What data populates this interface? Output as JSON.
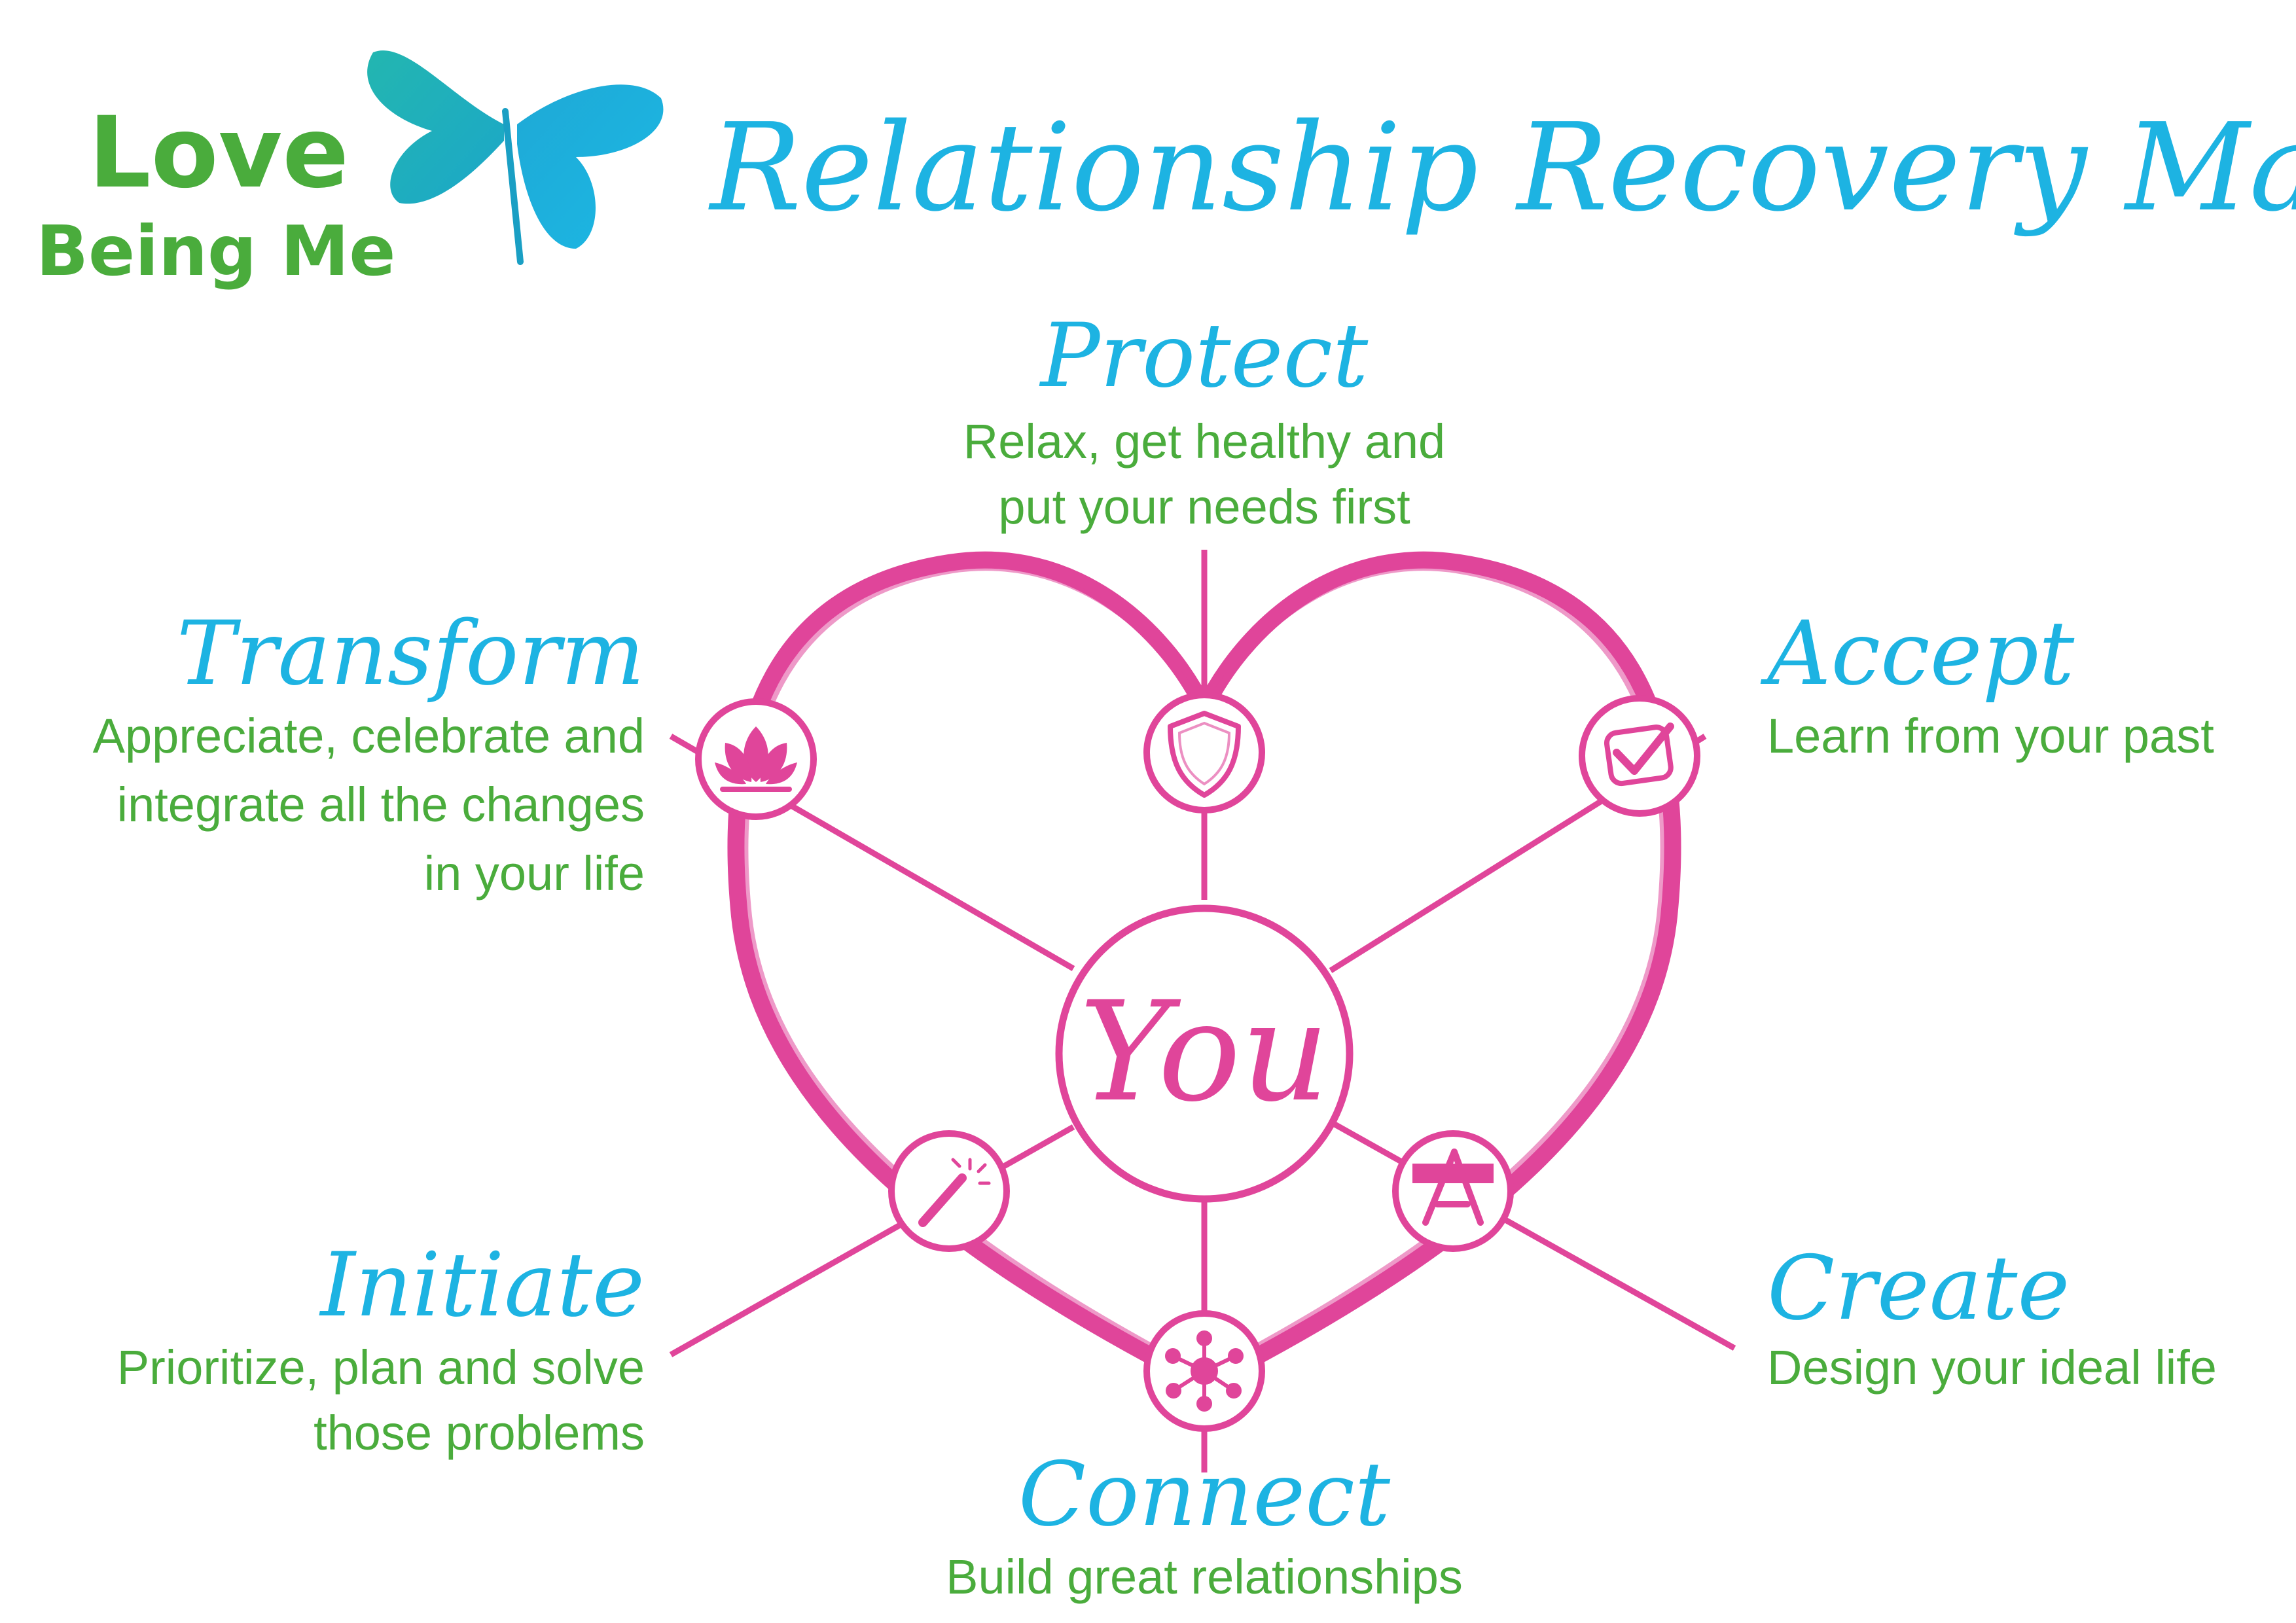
{
  "logo": {
    "line1": "Love",
    "line2": "Being Me"
  },
  "title": "Relationship Recovery Matrix™",
  "center_label": "You",
  "colors": {
    "pink": "#e0459a",
    "cyan": "#1db3e2",
    "green": "#4aac3c",
    "teal": "#1fb4b8"
  },
  "nodes": {
    "protect": {
      "title": "Protect",
      "desc": [
        "Relax, get healthy and",
        "put your needs first"
      ],
      "icon": "shield-icon"
    },
    "accept": {
      "title": "Accept",
      "desc": [
        "Learn from your past"
      ],
      "icon": "checkmark-icon"
    },
    "create": {
      "title": "Create",
      "desc": [
        "Design your ideal life"
      ],
      "icon": "drafting-compass-icon"
    },
    "connect": {
      "title": "Connect",
      "desc": [
        "Build great relationships"
      ],
      "icon": "network-hub-icon"
    },
    "initiate": {
      "title": "Initiate",
      "desc": [
        "Prioritize, plan and solve",
        "those problems"
      ],
      "icon": "magic-wand-icon"
    },
    "transform": {
      "title": "Transform",
      "desc": [
        "Appreciate, celebrate and",
        "integrate all the changes",
        "in your life"
      ],
      "icon": "lotus-icon"
    }
  }
}
